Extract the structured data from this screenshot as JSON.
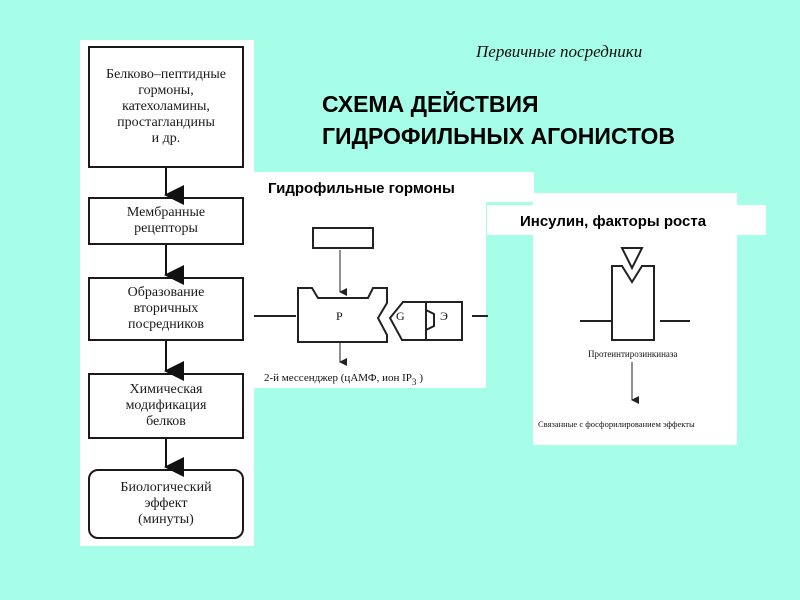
{
  "slide": {
    "subtitle": "Первичные посредники",
    "title": "СХЕМА ДЕЙСТВИЯ\nГИДРОФИЛЬНЫХ АГОНИСТОВ"
  },
  "flowchart": {
    "steps": [
      "Белково–пептидные\nгормоны,\nкатехоламины,\nпростагландины\nи др.",
      "Мембранные\nрецепторы",
      "Образование\nвторичных\nпосредников",
      "Химическая\nмодификация\nбелков",
      "Биологический\nэффект\n(минуты)"
    ]
  },
  "hydrophilic_panel": {
    "caption": "Гидрофильные гормоны",
    "receptor_label": "Р",
    "g_label": "G",
    "effector_label": "Э",
    "messenger_text": "2-й мессенджер (цАМФ, ион IP",
    "messenger_subscript": "3",
    "messenger_close": ")"
  },
  "insulin_panel": {
    "caption": "Инсулин, факторы роста",
    "kinase_label": "Протеинтирозинкиназа",
    "effects_label": "Связанные с фосфорилированием эффекты"
  }
}
